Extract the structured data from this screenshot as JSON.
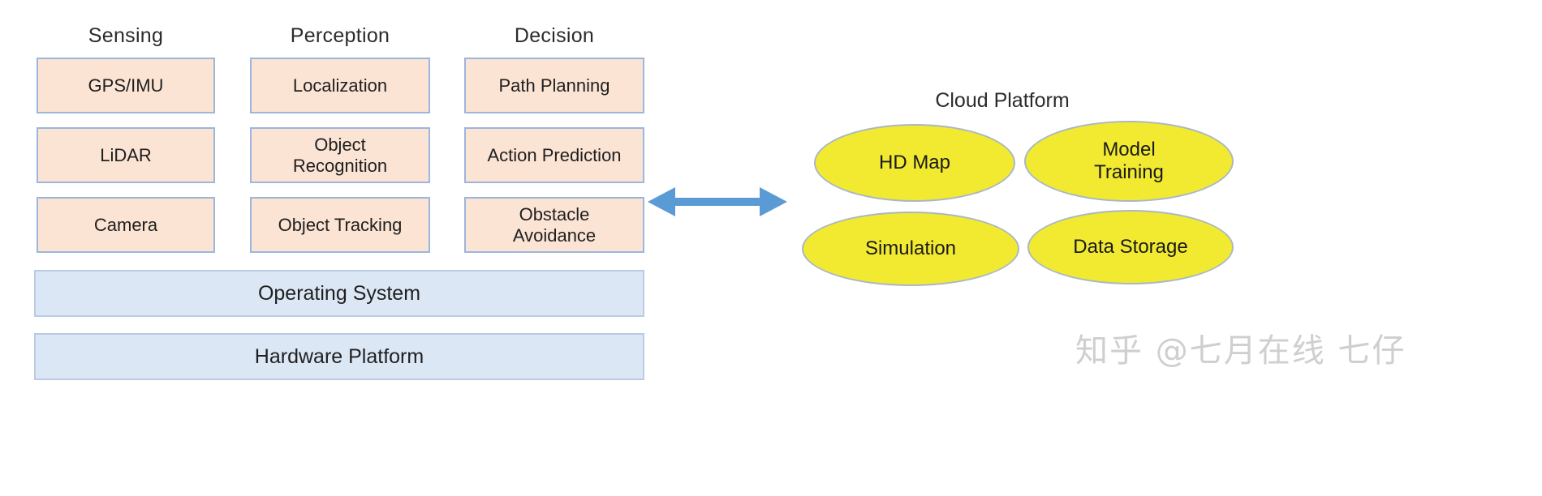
{
  "diagram": {
    "title_watermark": "知乎 @七月在线 七仔",
    "columns": [
      {
        "header": "Sensing",
        "modules": [
          {
            "label": "GPS/IMU"
          },
          {
            "label": "LiDAR"
          },
          {
            "label": "Camera"
          }
        ]
      },
      {
        "header": "Perception",
        "modules": [
          {
            "label": "Localization"
          },
          {
            "label": "Object\nRecognition"
          },
          {
            "label": "Object Tracking"
          }
        ]
      },
      {
        "header": "Decision",
        "modules": [
          {
            "label": "Path Planning"
          },
          {
            "label": "Action Prediction"
          },
          {
            "label": "Obstacle\nAvoidance"
          }
        ]
      }
    ],
    "platform_bars": [
      {
        "label": "Operating System"
      },
      {
        "label": "Hardware Platform"
      }
    ],
    "connector": {
      "type": "double-headed-arrow",
      "color": "#5b9bd5"
    },
    "cloud": {
      "title": "Cloud Platform",
      "nodes": [
        {
          "label": "HD Map"
        },
        {
          "label": "Model\nTraining"
        },
        {
          "label": "Simulation"
        },
        {
          "label": "Data Storage"
        }
      ]
    },
    "colors": {
      "module_fill": "#fbe4d4",
      "module_border": "#9cb6dd",
      "bar_fill": "#dce7f5",
      "bar_border": "#b9cce4",
      "ellipse_fill": "#f2ea31",
      "ellipse_border": "#a9b8c4",
      "arrow": "#5b9bd5",
      "text": "#1f1f1f",
      "watermark": "#cfcfcf"
    }
  }
}
